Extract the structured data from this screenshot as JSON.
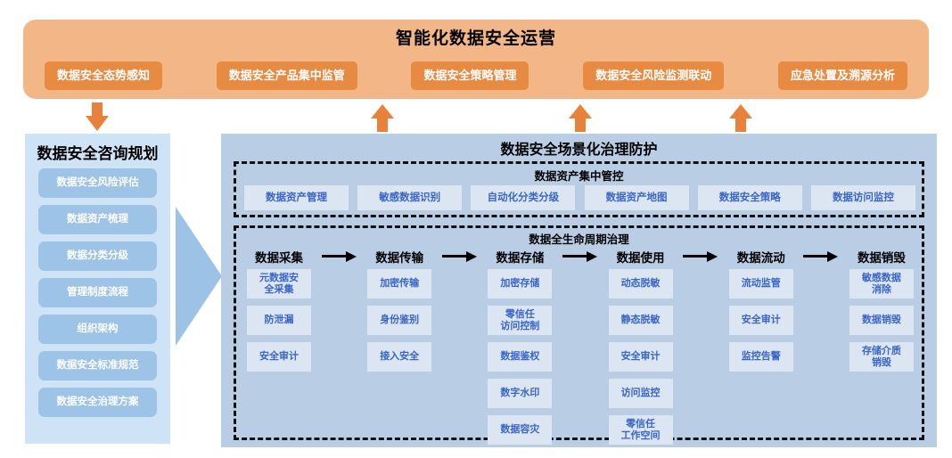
{
  "top": {
    "title": "智能化数据安全运营",
    "buttons": [
      "数据安全态势感知",
      "数据安全产品集中监管",
      "数据安全策略管理",
      "数据安全风险监测联动",
      "应急处置及溯源分析"
    ],
    "colors": {
      "panel": "#F3B787",
      "button": "#E78B43",
      "text": "#FFFFFF"
    }
  },
  "arrows": {
    "down_icon": "arrow-down-icon",
    "up_icon": "arrow-up-icon",
    "big_right_icon": "arrow-right-big-icon",
    "color": "#E8813A",
    "big_color": "#9CC3E5"
  },
  "sidebar": {
    "title": "数据安全咨询规划",
    "items": [
      "数据安全风险评估",
      "数据资产梳理",
      "数据分类分级",
      "管理制度流程",
      "组织架构",
      "数据安全标准规范",
      "数据安全治理方案"
    ],
    "colors": {
      "panel": "#CEE3F6",
      "item": "#9DC3E6",
      "text": "#FFFFFF"
    }
  },
  "main": {
    "title": "数据安全场景化治理防护",
    "colors": {
      "panel": "#B9CDE5",
      "cell": "#DCE6F2",
      "cell_text": "#3A66C8"
    },
    "asset_section": {
      "title": "数据资产集中管控",
      "items": [
        "数据资产管理",
        "敏感数据识别",
        "自动化分类分级",
        "数据资产地图",
        "数据安全策略",
        "数据访问监控"
      ]
    },
    "lifecycle_section": {
      "title": "数据全生命周期治理",
      "stages": [
        {
          "name": "数据采集",
          "items": [
            "元数据安\n全采集",
            "防泄漏",
            "安全审计"
          ]
        },
        {
          "name": "数据传输",
          "items": [
            "加密传输",
            "身份鉴别",
            "接入安全"
          ]
        },
        {
          "name": "数据存储",
          "items": [
            "加密存储",
            "零信任\n访问控制",
            "数据鉴权",
            "数字水印",
            "数据容灾"
          ]
        },
        {
          "name": "数据使用",
          "items": [
            "动态脱敏",
            "静态脱敏",
            "安全审计",
            "访问监控",
            "零信任\n工作空间"
          ]
        },
        {
          "name": "数据流动",
          "items": [
            "流动监管",
            "安全审计",
            "监控告警"
          ]
        },
        {
          "name": "数据销毁",
          "items": [
            "敏感数据\n消除",
            "数据销毁",
            "存储介质\n销毁"
          ]
        }
      ]
    }
  }
}
